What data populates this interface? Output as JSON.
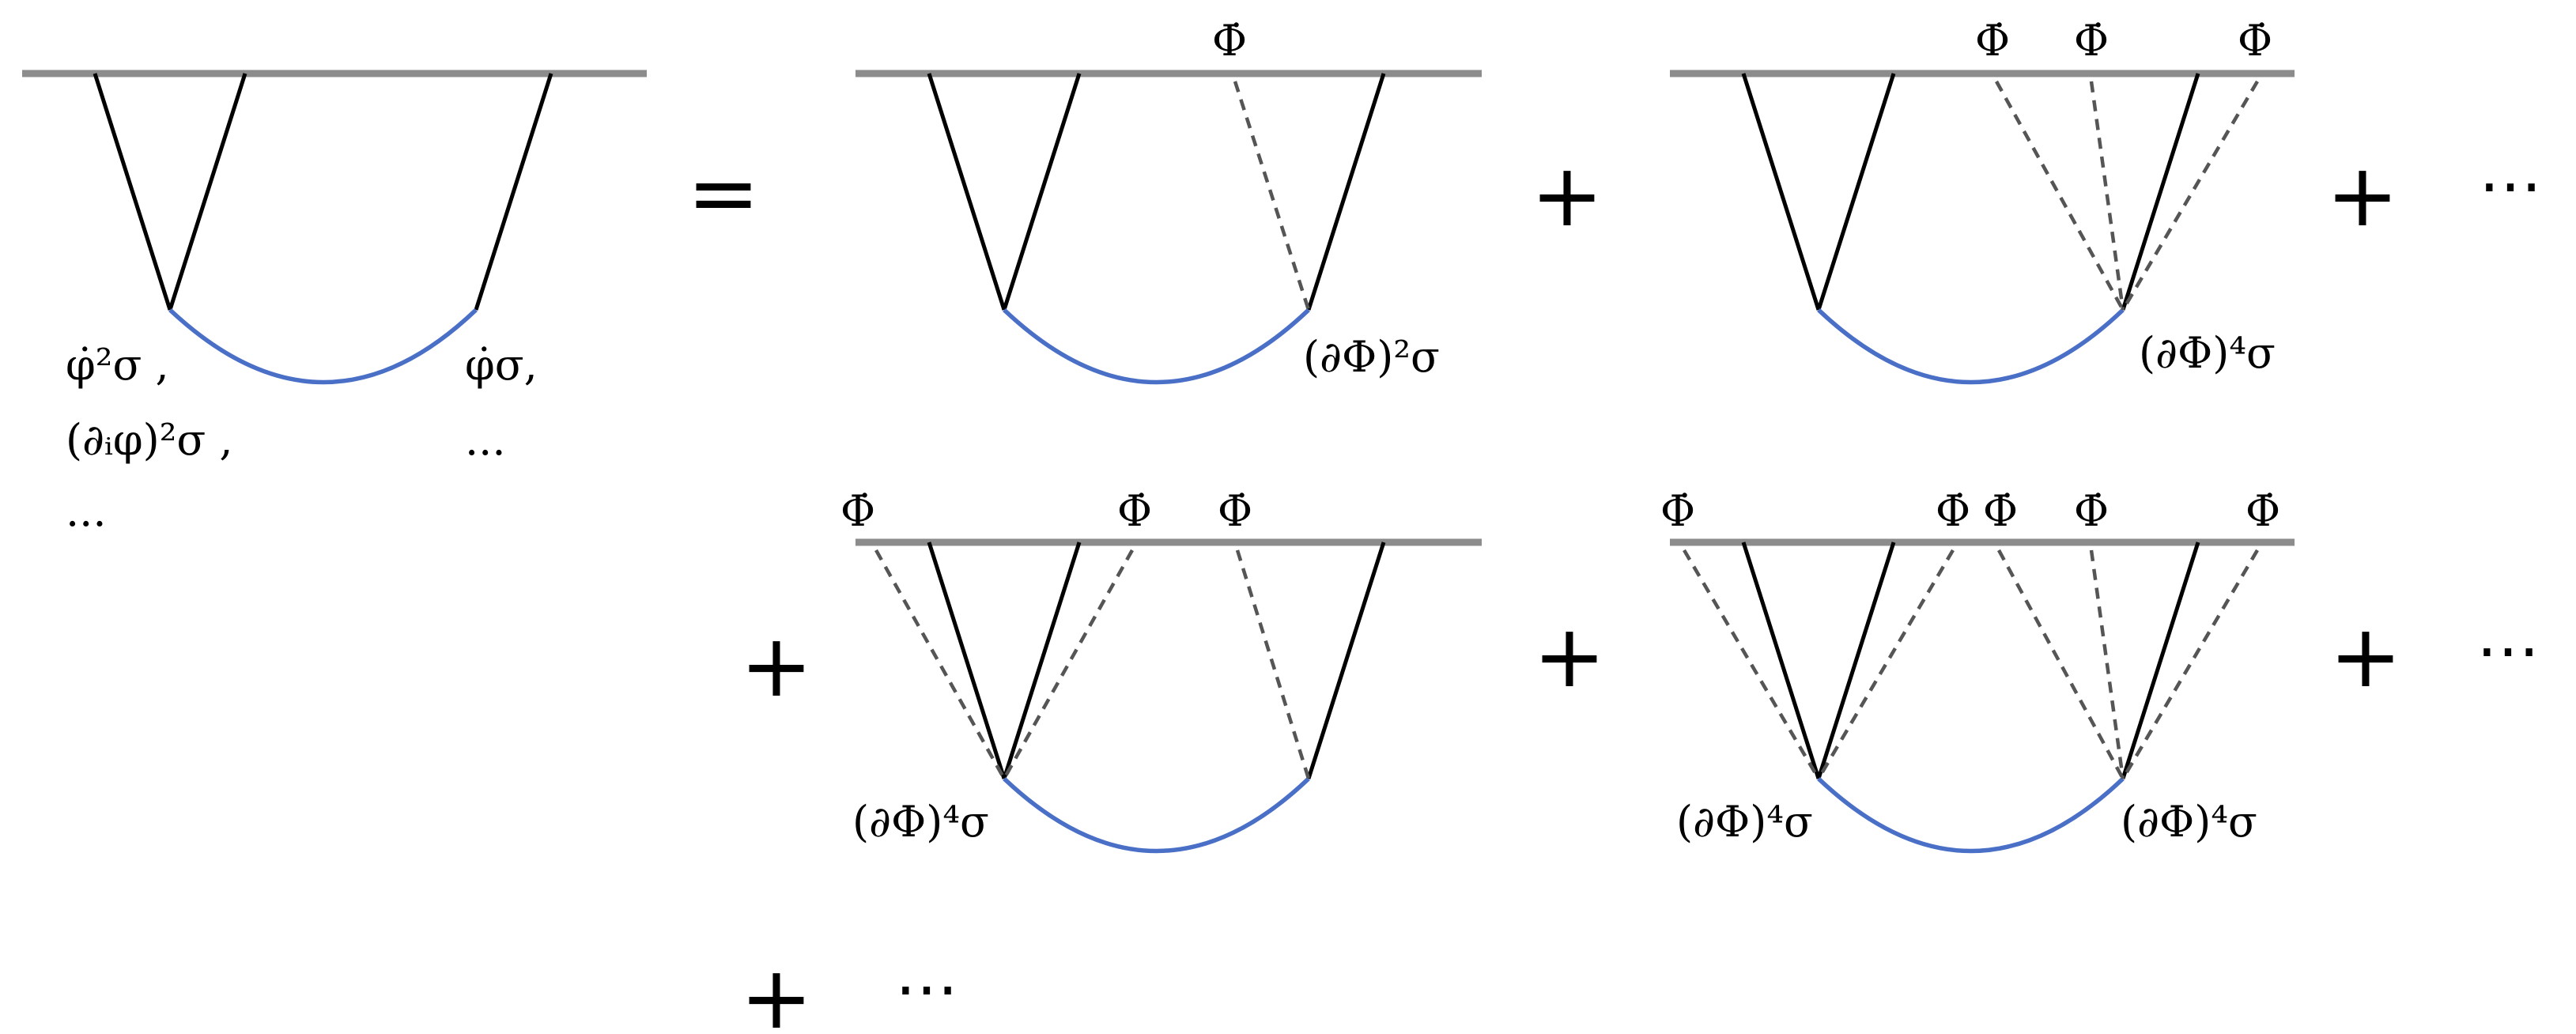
{
  "lhs": {
    "left_vertex_labels": [
      "φ̇²σ ,",
      "(∂ᵢφ)²σ ,",
      "..."
    ],
    "right_vertex_labels": [
      "φ̇σ,",
      "..."
    ]
  },
  "equals": "=",
  "plus": "+",
  "ellipsis": "⋯",
  "phi_dot": "Φ̇",
  "vertex_labels": {
    "d1": "(∂Φ)²σ",
    "d2": "(∂Φ)⁴σ",
    "d3": "(∂Φ)⁴σ",
    "d4_left": "(∂Φ)⁴σ",
    "d4_right": "(∂Φ)⁴σ"
  }
}
